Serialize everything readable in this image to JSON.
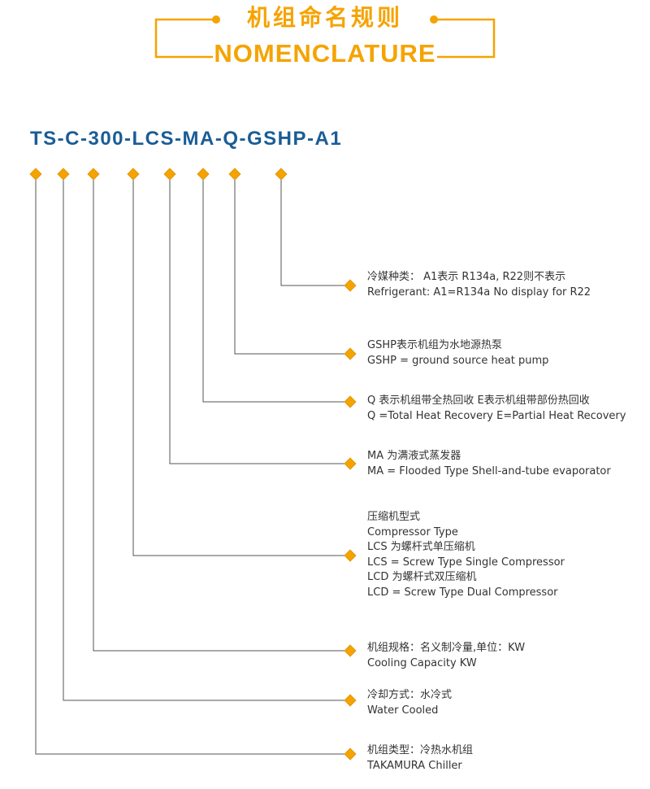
{
  "header": {
    "title_cn": "机组命名规则",
    "title_en": "NOMENCLATURE"
  },
  "model_code": "TS-C-300-LCS-MA-Q-GSHP-A1",
  "colors": {
    "accent": "#f5a300",
    "code": "#1a5d96",
    "line": "#555555",
    "text": "#333333"
  },
  "segments": [
    {
      "key": "A1",
      "lines": [
        "冷媒种类： A1表示 R134a, R22则不表示",
        "Refrigerant: A1=R134a No display for R22"
      ]
    },
    {
      "key": "GSHP",
      "lines": [
        "GSHP表示机组为水地源热泵",
        "GSHP = ground source heat pump"
      ]
    },
    {
      "key": "Q",
      "lines": [
        "Q 表示机组带全热回收  E表示机组带部份热回收",
        "Q =Total Heat Recovery E=Partial Heat Recovery"
      ]
    },
    {
      "key": "MA",
      "lines": [
        "MA 为满液式蒸发器",
        "MA = Flooded Type Shell-and-tube evaporator"
      ]
    },
    {
      "key": "LCS",
      "lines": [
        "压缩机型式",
        "Compressor Type",
        "LCS 为螺杆式单压缩机",
        "LCS = Screw Type Single Compressor",
        "LCD 为螺杆式双压缩机",
        "LCD = Screw Type Dual Compressor"
      ]
    },
    {
      "key": "300",
      "lines": [
        "机组规格：名义制冷量,单位：KW",
        "Cooling Capacity KW"
      ]
    },
    {
      "key": "C",
      "lines": [
        "冷却方式：水冷式",
        "Water Cooled"
      ]
    },
    {
      "key": "TS",
      "lines": [
        "机组类型：冷热水机组",
        "TAKAMURA Chiller"
      ]
    }
  ]
}
